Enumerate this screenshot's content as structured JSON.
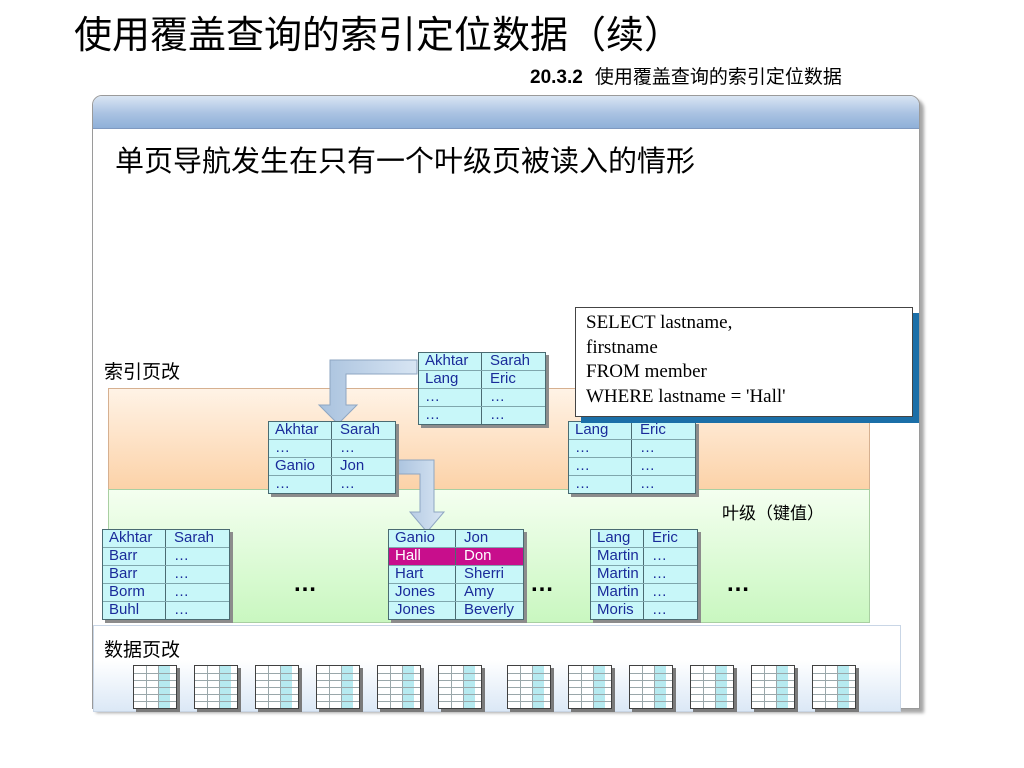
{
  "title": "使用覆盖查询的索引定位数据（续）",
  "subtitle": {
    "number": "20.3.2",
    "text": "使用覆盖查询的索引定位数据"
  },
  "panel": {
    "heading": "单页导航发生在只有一个叶级页被读入的情形"
  },
  "labels": {
    "index_page": "索引页改",
    "leaf_level": "叶级",
    "leaf_level_note": "（键值）",
    "data_page": "数据页改"
  },
  "sql": {
    "lines": [
      "SELECT lastname,",
      "firstname",
      "FROM member",
      "WHERE lastname = 'Hall'"
    ]
  },
  "ellipsis": "…",
  "root_table": [
    [
      "Akhtar",
      "Sarah"
    ],
    [
      "Lang",
      "Eric"
    ],
    [
      "…",
      "…"
    ],
    [
      "…",
      "…"
    ]
  ],
  "intermediate_left": [
    [
      "Akhtar",
      "Sarah"
    ],
    [
      "…",
      "…"
    ],
    [
      "Ganio",
      "Jon"
    ],
    [
      "…",
      "…"
    ]
  ],
  "intermediate_right": [
    [
      "Lang",
      "Eric"
    ],
    [
      "…",
      "…"
    ],
    [
      "…",
      "…"
    ],
    [
      "…",
      "…"
    ]
  ],
  "leaf_left": [
    [
      "Akhtar",
      "Sarah"
    ],
    [
      "Barr",
      "…"
    ],
    [
      "Barr",
      "…"
    ],
    [
      "Borm",
      "…"
    ],
    [
      "Buhl",
      "…"
    ]
  ],
  "leaf_middle": [
    [
      "Ganio",
      "Jon"
    ],
    [
      "Hall",
      "Don"
    ],
    [
      "Hart",
      "Sherri"
    ],
    [
      "Jones",
      "Amy"
    ],
    [
      "Jones",
      "Beverly"
    ]
  ],
  "leaf_right": [
    [
      "Lang",
      "Eric"
    ],
    [
      "Martin",
      "…"
    ],
    [
      "Martin",
      "…"
    ],
    [
      "Martin",
      "…"
    ],
    [
      "Moris",
      "…"
    ]
  ],
  "highlight": {
    "table": "leaf_middle",
    "row": 1,
    "color": "#c80e8c"
  },
  "data_page_count": 12,
  "colors": {
    "table_fill": "#c8f7f9",
    "text_blue": "#1a2b9a",
    "sql_shadow": "#1b6fa8"
  }
}
